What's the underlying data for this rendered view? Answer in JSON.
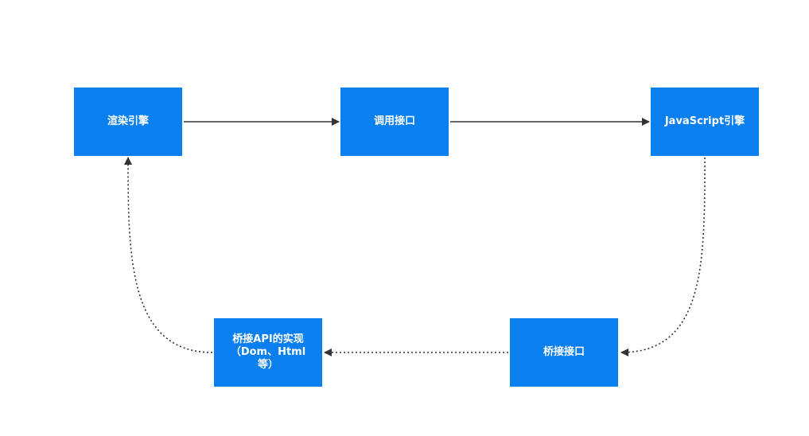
{
  "nodes": {
    "render_engine": "渲染引擎",
    "call_interface": "调用接口",
    "js_engine": "JavaScript引擎",
    "bridge_interface": "桥接接口",
    "bridge_api_impl": "桥接API的实现\n（Dom、Html\n等）"
  },
  "colors": {
    "node_fill": "#0a7ff0",
    "node_text": "#ffffff",
    "edge": "#333333",
    "background": "#ffffff"
  },
  "edges": [
    {
      "from": "render_engine",
      "to": "call_interface",
      "style": "solid"
    },
    {
      "from": "call_interface",
      "to": "js_engine",
      "style": "solid"
    },
    {
      "from": "js_engine",
      "to": "bridge_interface",
      "style": "dotted"
    },
    {
      "from": "bridge_interface",
      "to": "bridge_api_impl",
      "style": "dotted"
    },
    {
      "from": "bridge_api_impl",
      "to": "render_engine",
      "style": "dotted"
    }
  ]
}
